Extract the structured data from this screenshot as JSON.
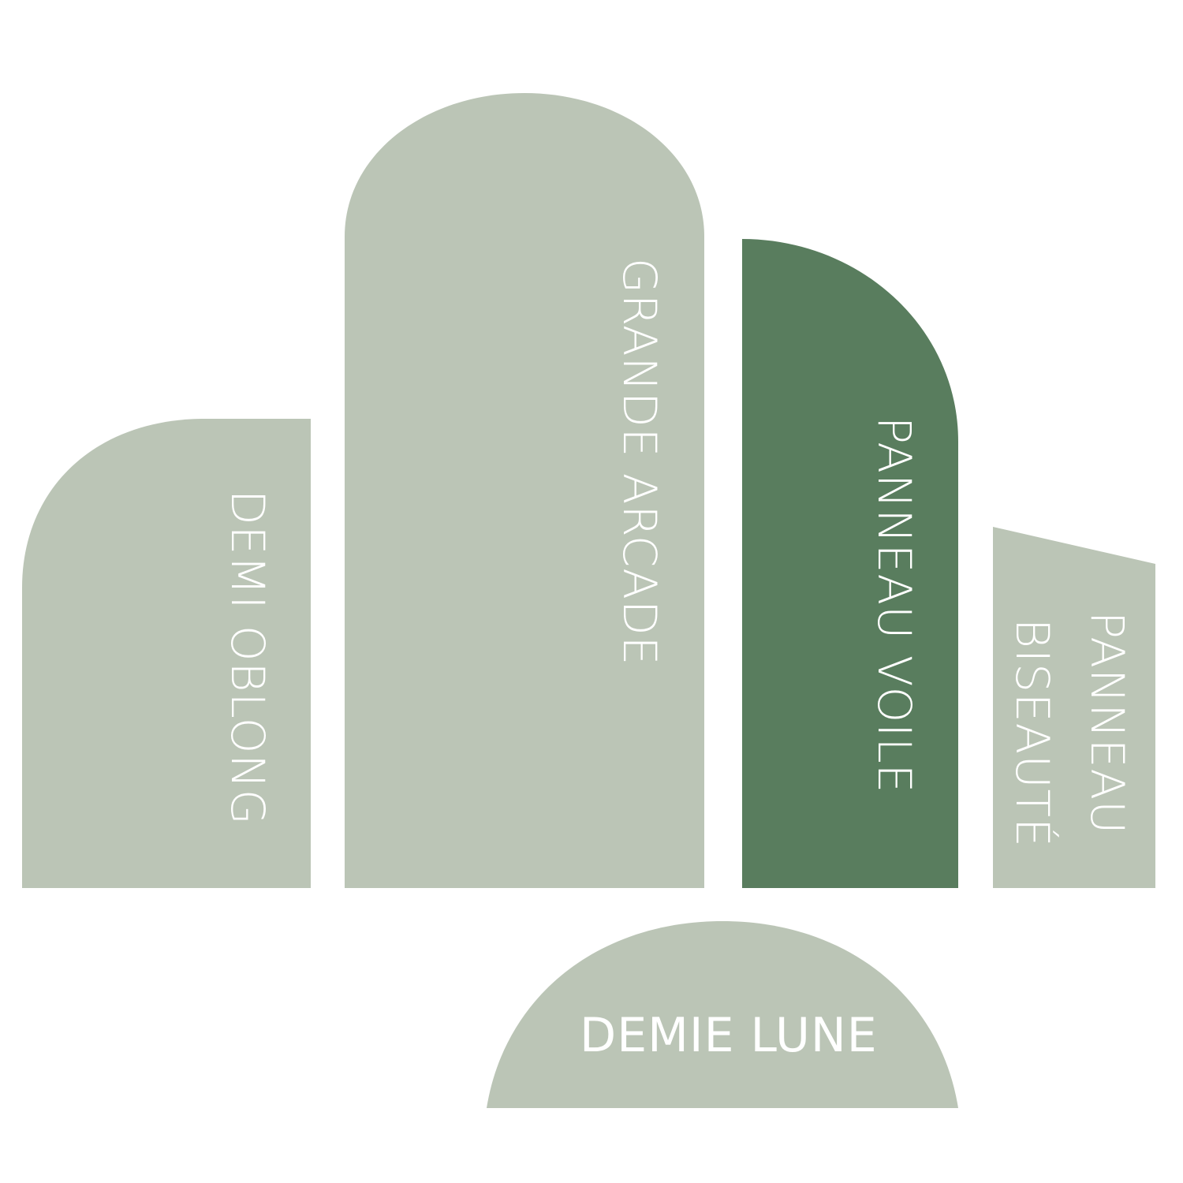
{
  "colors": {
    "sage": "#bbc5b6",
    "forest": "#597d5e",
    "label": "#ffffff"
  },
  "shapes": {
    "demi_oblong": {
      "label": "DEMI OBLONG",
      "fill": "sage"
    },
    "grande_arcade": {
      "label": "GRANDE ARCADE",
      "fill": "sage"
    },
    "panneau_voile": {
      "label": "PANNEAU VOILE",
      "fill": "forest"
    },
    "panneau_biseaute": {
      "label_line1": "PANNEAU",
      "label_line2": "BISEAUTÉ",
      "fill": "sage"
    },
    "demie_lune": {
      "label": "DEMIE LUNE",
      "fill": "sage"
    }
  }
}
